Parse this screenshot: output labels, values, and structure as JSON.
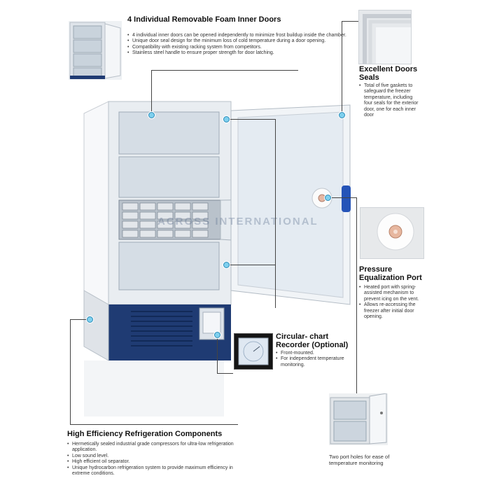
{
  "foam_doors": {
    "heading": "4 Individual Removable Foam Inner Doors",
    "bullets": [
      "4 individual inner doors can be opened independently to minimize frost buildup inside the chamber.",
      "Unique door seal design for the minimum loss of cold temperature during a door opening.",
      "Compatibility with existing racking system from competitors.",
      "Stainless steel handle to ensure proper strength for door latching."
    ]
  },
  "door_seals": {
    "heading_line1": "Excellent Doors",
    "heading_line2": "Seals",
    "bullets": [
      "Total of five gaskets to safeguard the freezer temperature, including four seals for the exterior door, one for each inner door"
    ]
  },
  "pressure_port": {
    "heading_line1": "Pressure",
    "heading_line2": "Equalization Port",
    "bullets": [
      "Heated port with spring-assisted mechanism to prevent icing on the vent.",
      "Allows re-accessing the freezer after initial door opening."
    ]
  },
  "chart_recorder": {
    "heading_line1": "Circular- chart",
    "heading_line2": "Recorder (Optional)",
    "bullets": [
      "Front-mounted.",
      "For independent temperature monitoring."
    ]
  },
  "refrigeration": {
    "heading": "High Efficiency Refrigeration Components",
    "bullets": [
      "Hermetically sealed industrial grade compressors for ultra-low refrigeration application.",
      "Low sound level.",
      "High efficient oil separator.",
      "Unique hydrocarbon refrigeration system to provide maximum efficiency in extreme conditions."
    ]
  },
  "port_holes": {
    "caption": "Two port holes for ease of temperature monitoring"
  },
  "watermark": "ACROSS INTERNATIONAL",
  "colors": {
    "cabinet": "#e9edf1",
    "base_panel": "#1f3b73",
    "pin": "#7fd0ee",
    "handle": "#2554b8"
  }
}
